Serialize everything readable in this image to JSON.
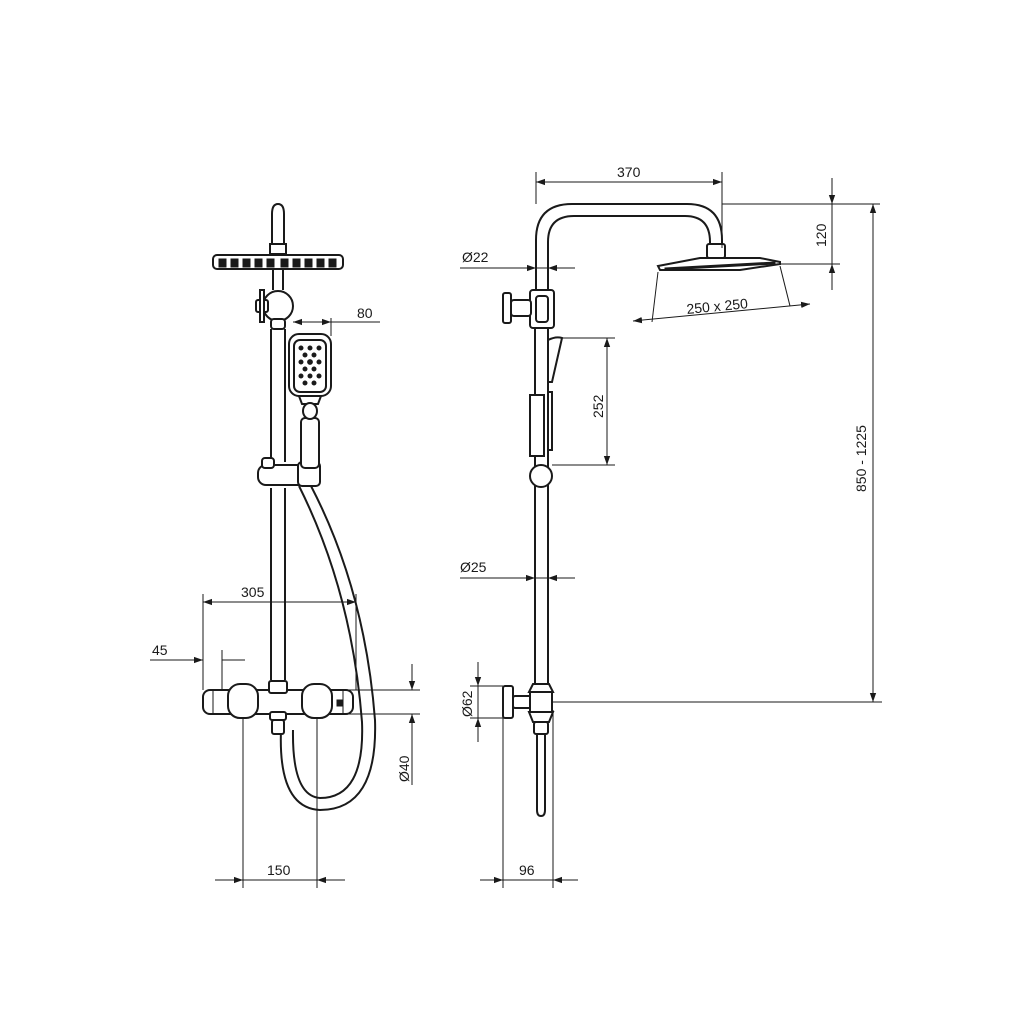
{
  "dimensions": {
    "front_head_offset": "80",
    "front_width": "305",
    "front_spout_offset": "45",
    "front_body_diameter": "Ø40",
    "front_inlet_spacing": "150",
    "side_arm_length": "370",
    "side_head_height": "120",
    "side_pipe_top_diameter": "Ø22",
    "side_head_size": "250 x 250",
    "side_hand_shower_length": "252",
    "side_total_height": "850 - 1225",
    "side_pipe_bottom_diameter": "Ø25",
    "side_connector_diameter": "Ø62",
    "side_wall_distance": "96"
  },
  "colors": {
    "line": "#1a1a1a",
    "background": "#ffffff"
  }
}
